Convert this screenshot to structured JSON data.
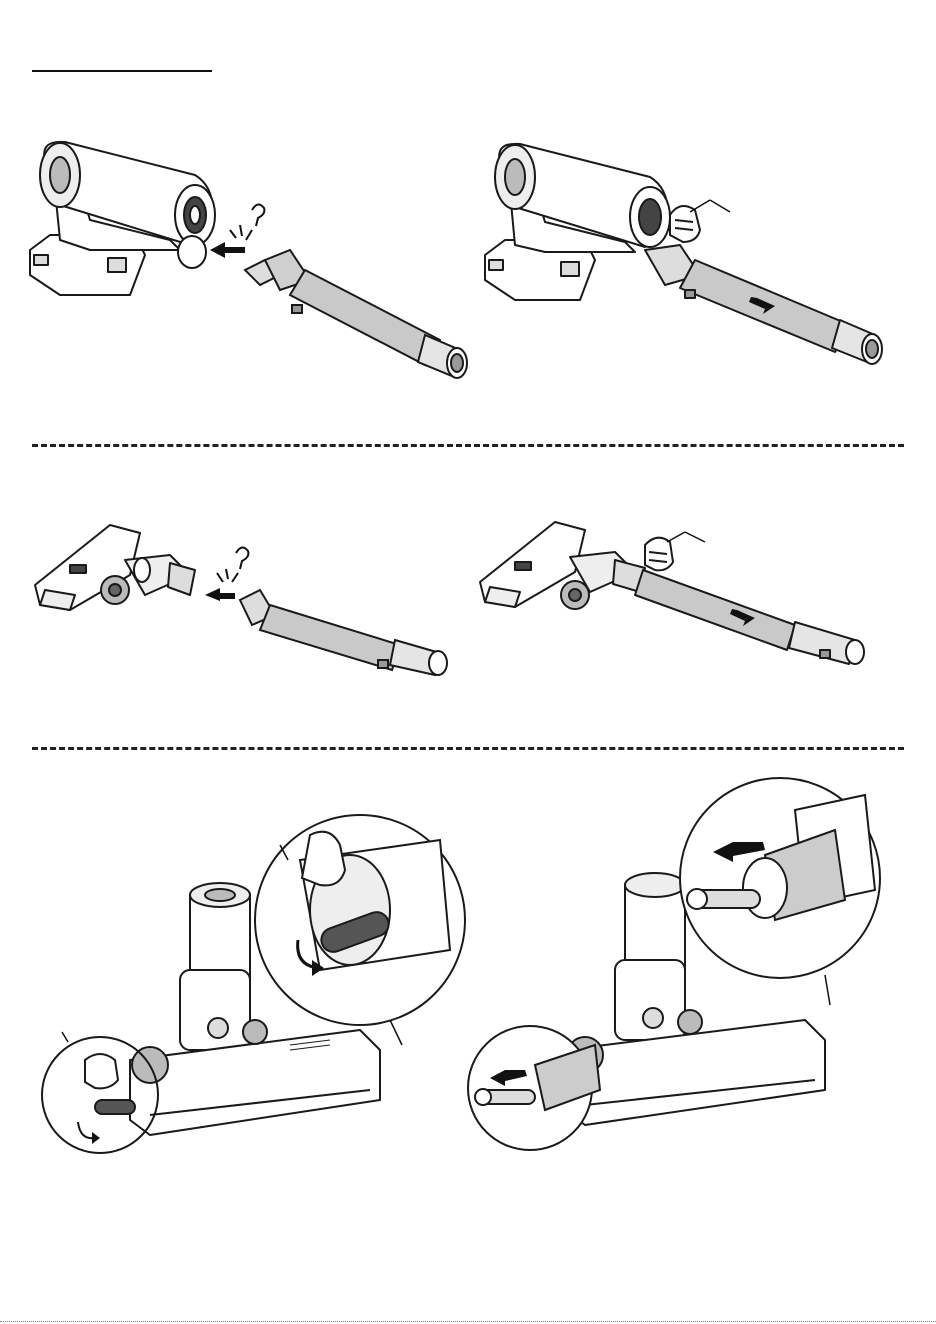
{
  "page": {
    "header_title": "",
    "sections": [
      {
        "id": "attach-tube-to-main-unit",
        "steps": 2
      },
      {
        "id": "attach-tube-to-floor-head",
        "steps": 2
      },
      {
        "id": "remove-brush-roll",
        "steps": 2
      }
    ]
  },
  "icons": {
    "click": "click-sound-icon",
    "hand": "hand-press-icon",
    "arrow": "direction-arrow-icon",
    "rotate": "rotate-arrow-icon"
  },
  "colors": {
    "line": "#1a1a1a",
    "tube": "#c9c9c9",
    "knob": "#555555",
    "body": "#ffffff"
  }
}
